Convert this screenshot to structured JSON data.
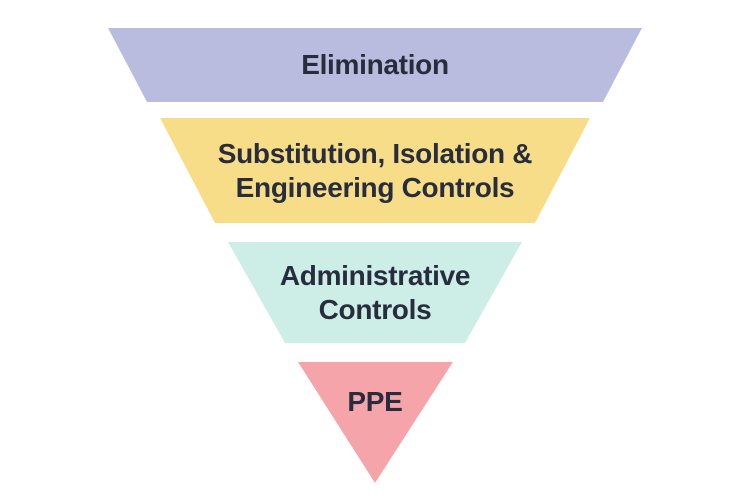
{
  "diagram": {
    "type": "inverted-pyramid-funnel",
    "background": "#ffffff",
    "text_color": "#282d3e"
  },
  "levels": [
    {
      "label": "Elimination",
      "lines": [
        "Elimination"
      ],
      "color": "#b9bcdf"
    },
    {
      "label": "Substitution, Isolation & Engineering Controls",
      "lines": [
        "Substitution, Isolation &",
        "Engineering Controls"
      ],
      "color": "#f8dd88"
    },
    {
      "label": "Administrative Controls",
      "lines": [
        "Administrative",
        "Controls"
      ],
      "color": "#cceee7"
    },
    {
      "label": "PPE",
      "lines": [
        "PPE"
      ],
      "color": "#f5a5aa"
    }
  ]
}
